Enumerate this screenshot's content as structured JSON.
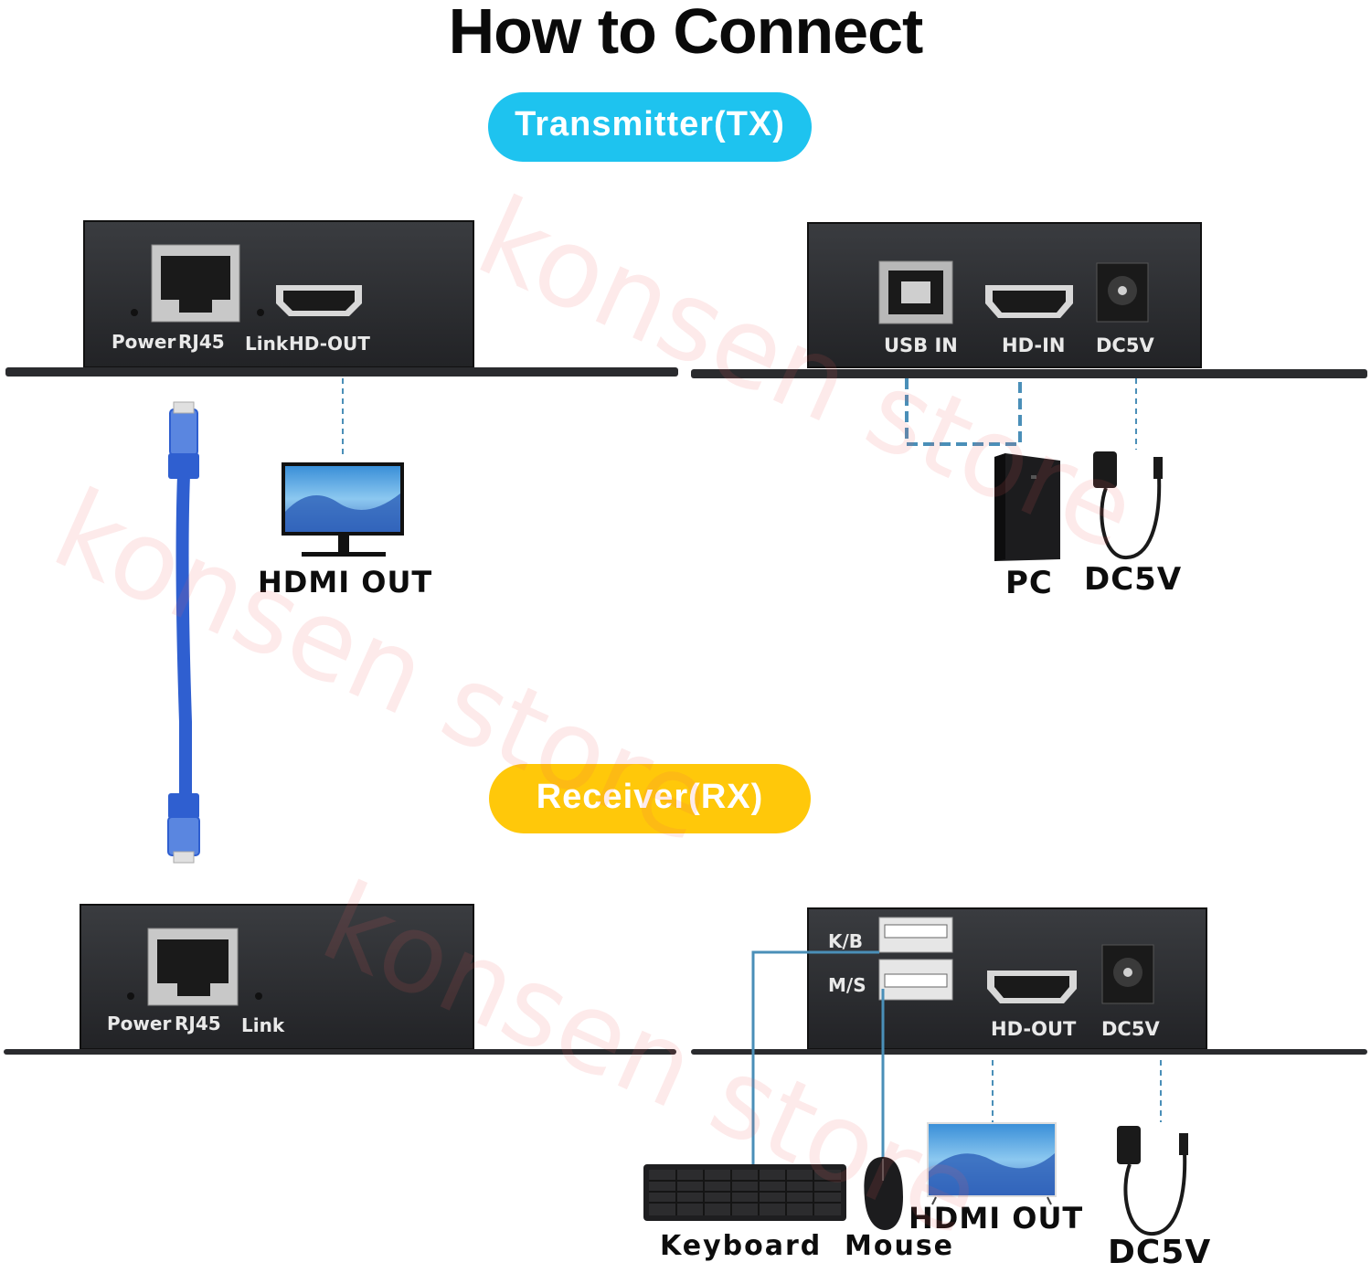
{
  "title": "How to Connect",
  "transmitter": {
    "badge": "Transmitter(TX)",
    "badge_color": "#1ec3ef",
    "front_panel": {
      "power": "Power",
      "rj45": "RJ45",
      "link": "Link",
      "hdout": "HD-OUT"
    },
    "back_panel": {
      "usb_in": "USB IN",
      "hd_in": "HD-IN",
      "dc": "DC5V"
    },
    "devices": {
      "monitor": "HDMI OUT",
      "pc": "PC",
      "power_adapter": "DC5V"
    }
  },
  "receiver": {
    "badge": "Receiver(RX)",
    "badge_color": "#ffc80a",
    "front_panel": {
      "power": "Power",
      "rj45": "RJ45",
      "link": "Link"
    },
    "back_panel": {
      "kb": "K/B",
      "ms": "M/S",
      "hdout": "HD-OUT",
      "dc": "DC5V"
    },
    "devices": {
      "keyboard": "Keyboard",
      "mouse": "Mouse",
      "monitor": "HDMI OUT",
      "power_adapter": "DC5V"
    }
  },
  "watermark": "konsen store",
  "icons": [
    "rj45-port-icon",
    "hdmi-port-icon",
    "usb-b-port-icon",
    "usb-a-port-icon",
    "dc-jack-icon",
    "ethernet-cable-icon",
    "monitor-icon",
    "pc-tower-icon",
    "power-adapter-icon",
    "keyboard-icon",
    "mouse-icon"
  ],
  "colors": {
    "device_body": "#2b2d30",
    "cable_blue": "#2f5fd0",
    "connector_line": "#4a8fb8"
  }
}
